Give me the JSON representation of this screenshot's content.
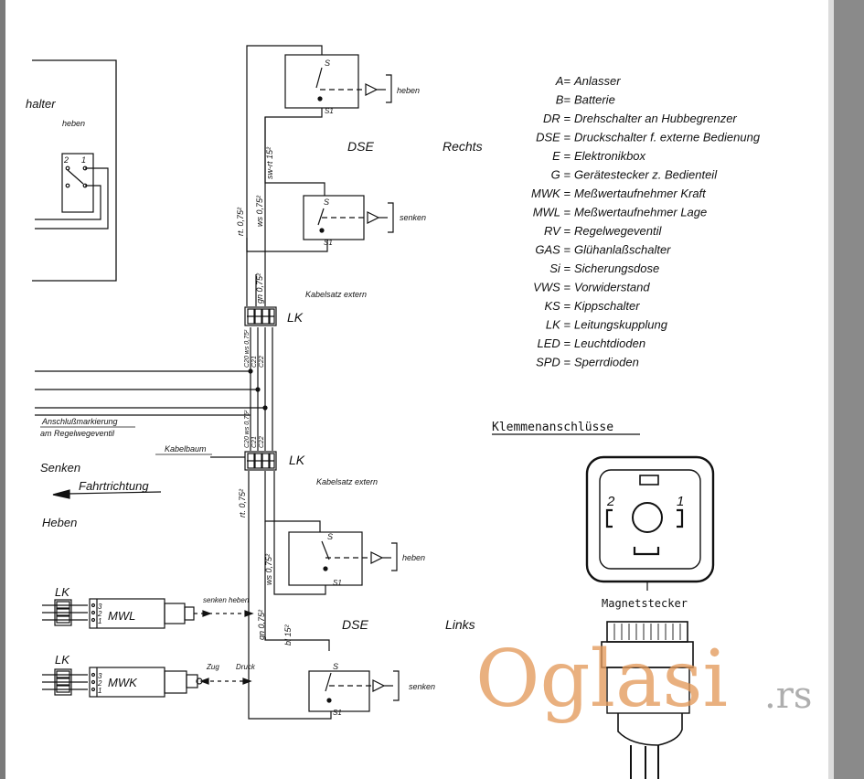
{
  "labels": {
    "schalter_partial": "halter",
    "heben_small": "heben",
    "switch_2": "2",
    "switch_1": "1",
    "dse": "DSE",
    "rechts": "Rechts",
    "links": "Links",
    "s": "S",
    "s1": "S1",
    "heben": "heben",
    "senken": "senken",
    "kabelsatz_extern": "Kabelsatz extern",
    "lk": "LK",
    "anschluss_markierung": "Anschlußmarkierung",
    "am_regelwegeventil": "am Regelwegeventil",
    "kabelbaum": "Kabelbaum",
    "senken_big": "Senken",
    "fahrtrichtung": "Fahrtrichtung",
    "heben_big": "Heben",
    "mwl": "MWL",
    "mwk": "MWK",
    "senken_heben": "senken heben",
    "zug": "Zug",
    "druck": "Druck",
    "pin3": "3",
    "pin2": "2",
    "pin1": "1"
  },
  "wires": {
    "rt075": "rt. 0,75²",
    "ws075": "ws 0,75²",
    "swrt15": "sw-rt 15²",
    "gn075": "gn 0,75²",
    "bl15": "bl 15²",
    "c20": "C20 ws 0,75²",
    "c21": "C21",
    "c22": "C22"
  },
  "legend": [
    {
      "code": "A=",
      "desc": "Anlasser"
    },
    {
      "code": "B=",
      "desc": "Batterie"
    },
    {
      "code": "DR =",
      "desc": "Drehschalter an Hubbegrenzer"
    },
    {
      "code": "DSE =",
      "desc": "Druckschalter f. externe Bedienung"
    },
    {
      "code": "E =",
      "desc": "Elektronikbox"
    },
    {
      "code": "G =",
      "desc": "Gerätestecker z. Bedienteil"
    },
    {
      "code": "MWK =",
      "desc": "Meßwertaufnehmer Kraft"
    },
    {
      "code": "MWL =",
      "desc": "Meßwertaufnehmer Lage"
    },
    {
      "code": "RV =",
      "desc": "Regelwegeventil"
    },
    {
      "code": "GAS =",
      "desc": "Glühanlaßschalter"
    },
    {
      "code": "Si =",
      "desc": "Sicherungsdose"
    },
    {
      "code": "VWS =",
      "desc": "Vorwiderstand"
    },
    {
      "code": "KS =",
      "desc": "Kippschalter"
    },
    {
      "code": "LK =",
      "desc": "Leitungskupplung"
    },
    {
      "code": "LED =",
      "desc": "Leuchtdioden"
    },
    {
      "code": "SPD =",
      "desc": "Sperrdioden"
    }
  ],
  "connector": {
    "title": "Klemmenanschlüsse",
    "pin_left": "2",
    "pin_right": "1",
    "caption": "Magnetstecker"
  },
  "watermark": {
    "main": "Oglasi",
    "suffix": ".rs"
  }
}
